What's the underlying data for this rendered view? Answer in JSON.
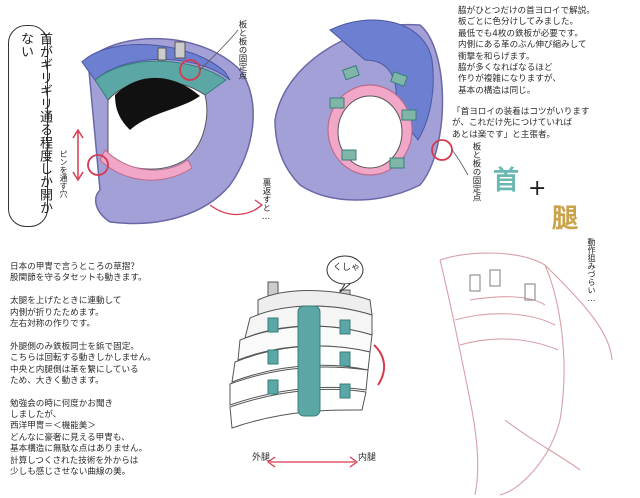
{
  "vertical_title": "首がギリギリ通る程度しか開かない",
  "pin_label": "ピンを通す穴",
  "plate_fix_top": "板と板の固定点",
  "plate_fix_right": "板と板の固定点",
  "flip_label": "裏返すと…",
  "top_right_text": [
    "脇がひとつだけの首ヨロイで解説。",
    "板ごとに色分けしてみました。",
    "最低でも4枚の鉄板が必要です。",
    "内側にある革のぶん伸び縮みして",
    "衝撃を和らげます。",
    "脇が多くなればなるほど",
    "作りが複雑になりますが、",
    "基本の構造は同じ。"
  ],
  "quote_text": [
    "「首ヨロイの装着はコツがいります",
    "が、これだけ先につけていれば",
    "あとは楽です」と主張者。"
  ],
  "kanji_neck": "首",
  "plus_sign": "+",
  "kanji_thigh": "腿",
  "motion_label": "動作狙みづらい…",
  "speech_bubble": "くしゃ",
  "left_text_1": [
    "日本の甲冑で言うところの草摺？",
    "股関節を守るタセットも動きます。",
    "",
    "太腿を上げたときに連動して",
    "内側が折りたためます。",
    "左右対称の作りです。",
    "",
    "外腿側のみ鉄板同士を鋲で固定。",
    "こちらは回転する動きしかしません。",
    "中央と内腿側は革を繋にしている",
    "ため、大きく動きます。",
    "",
    "勉強会の時に何度かお聞き",
    "しましたが、",
    "西洋甲冑＝＜機能美＞",
    "どんなに豪奢に見える甲冑も、",
    "基本構造に無駄な点はありません。",
    "計算しつくされた技術を外からは",
    "少しも感じさせない曲線の美。"
  ],
  "outer_thigh": "外腿",
  "inner_thigh": "内腿",
  "colors": {
    "purple": "#a3a0d8",
    "blue": "#6d7fd0",
    "pink": "#f2a7c8",
    "teal": "#5aa7a5",
    "green": "#7fb6a8",
    "red_circle": "#d63a4f",
    "kanji_teal": "#6bb8b3",
    "kanji_tan": "#c9a24a"
  }
}
